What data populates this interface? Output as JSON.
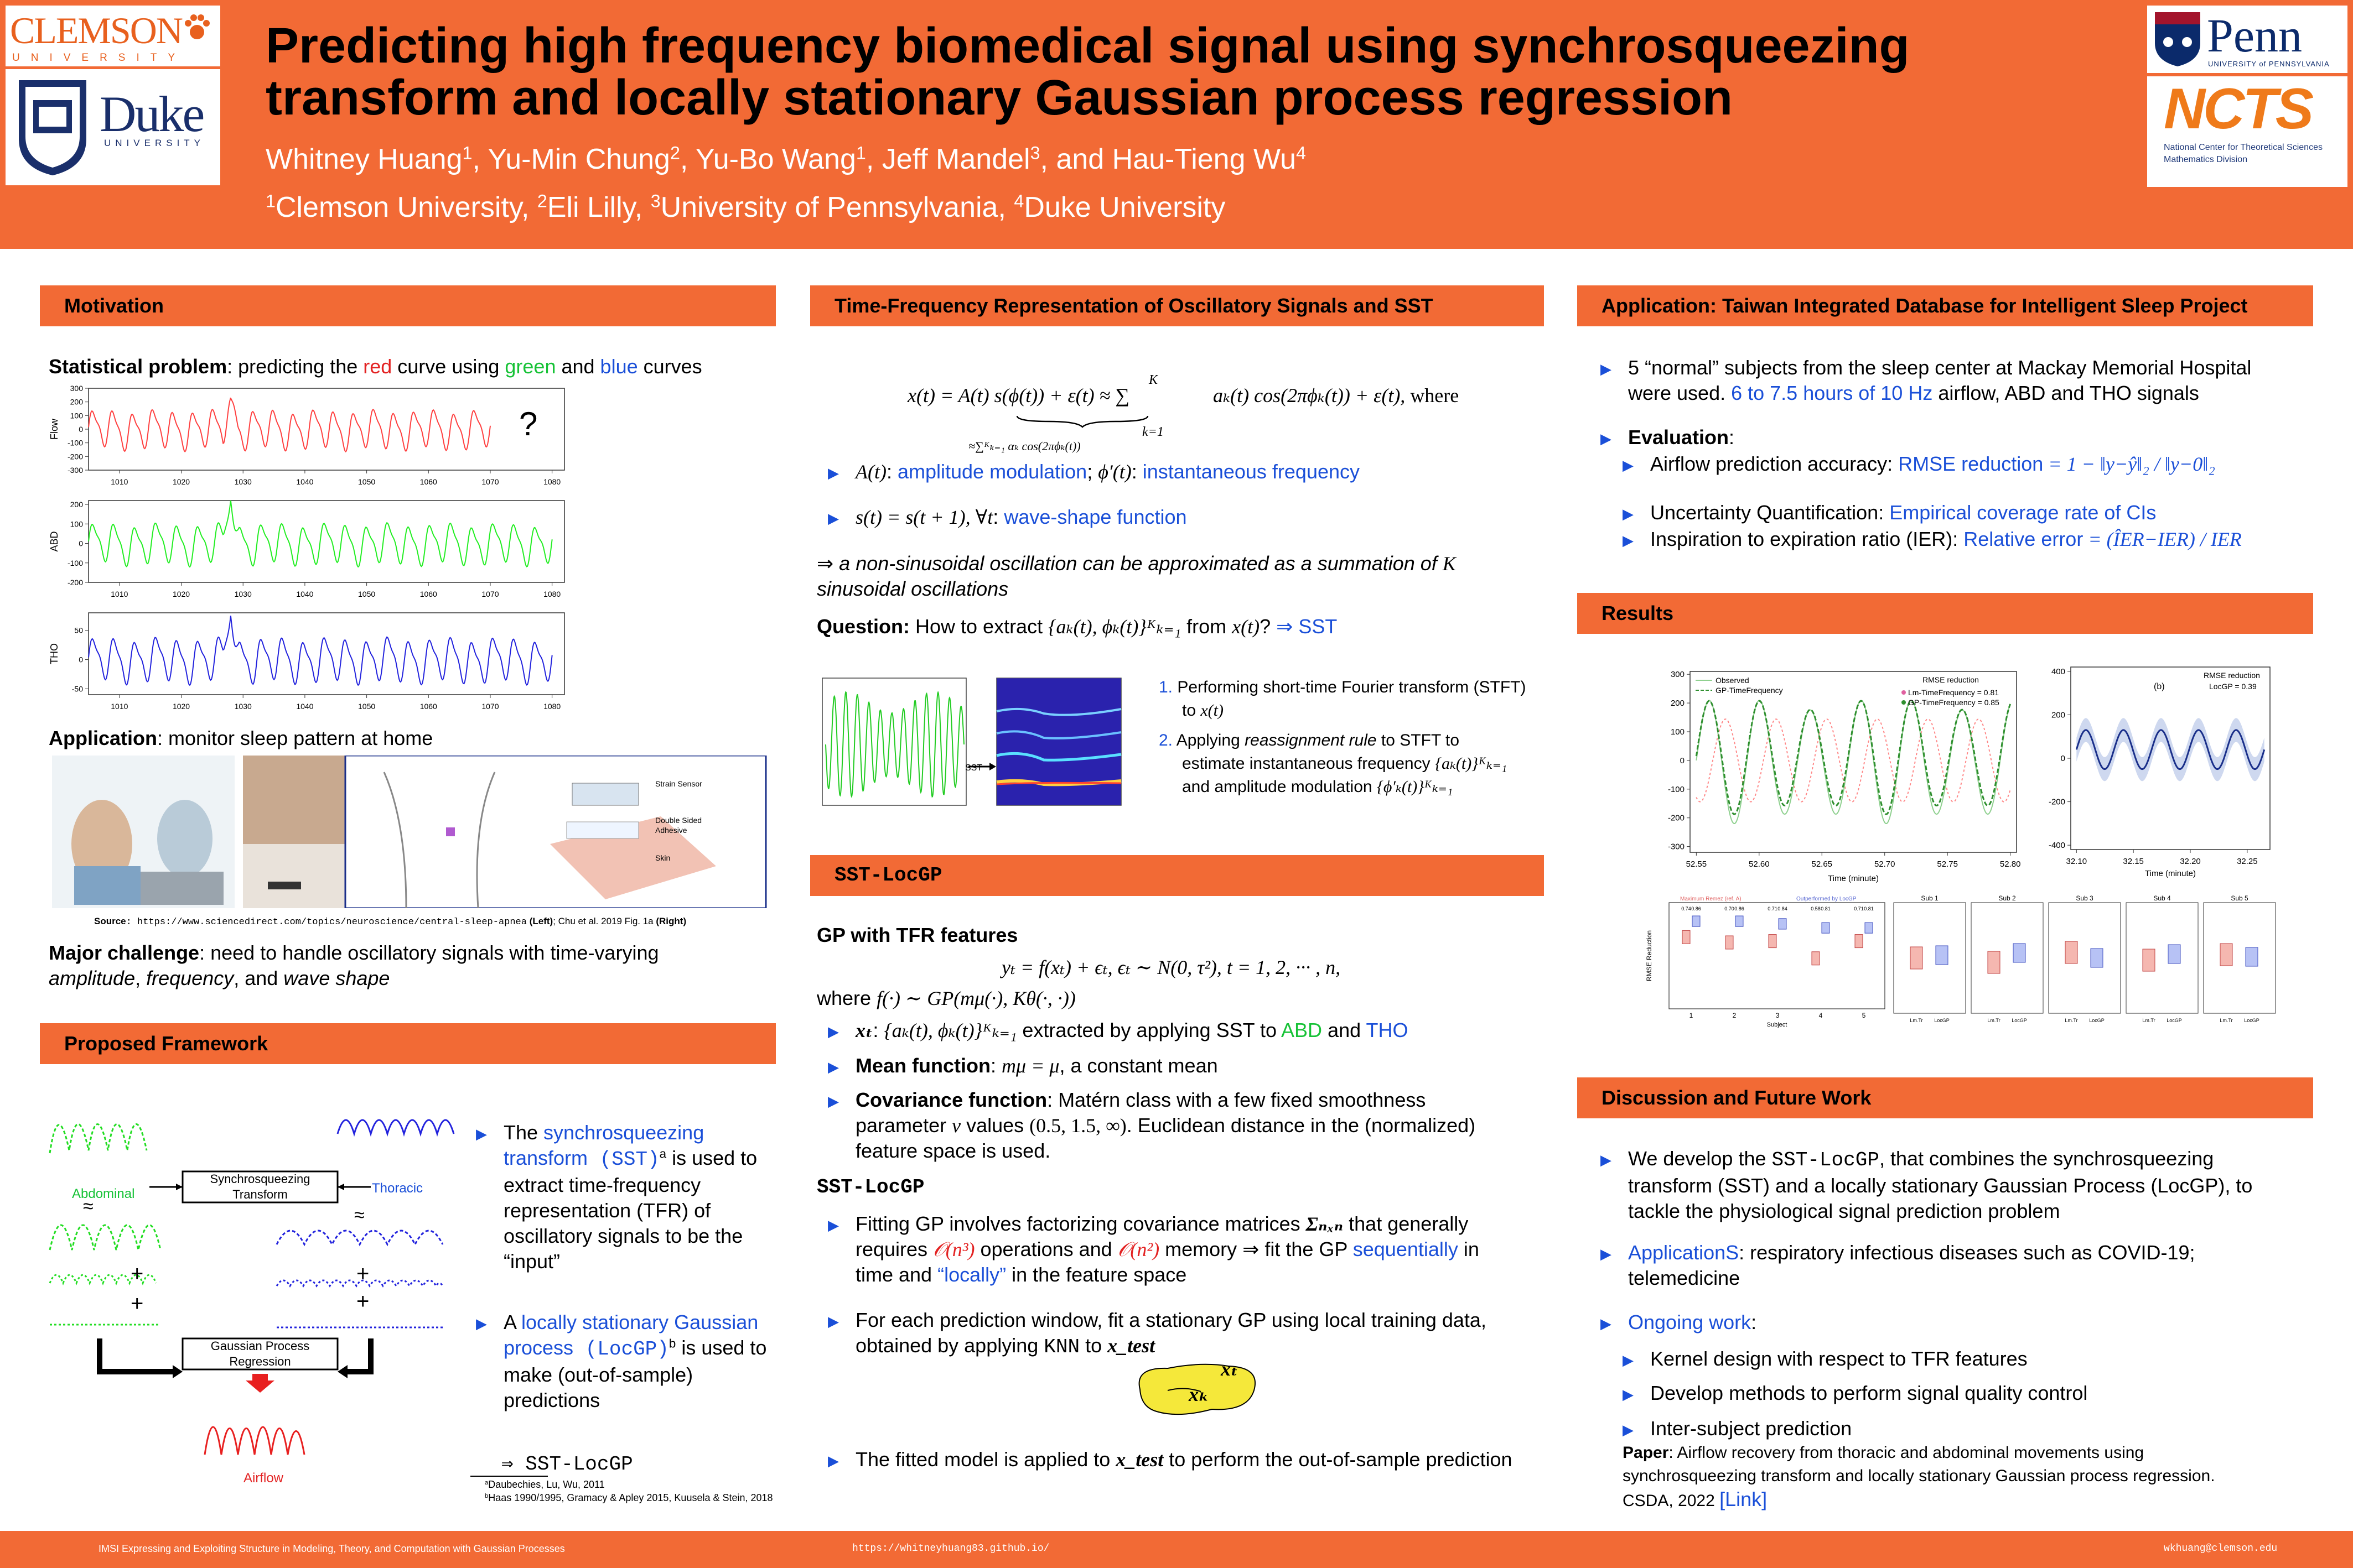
{
  "logos": {
    "clemson_word": "CLEMSON",
    "clemson_sub": "UNIVERSITY",
    "duke_word": "Duke",
    "duke_sub": "UNIVERSITY",
    "penn_word": "Penn",
    "penn_sub": "UNIVERSITY of PENNSYLVANIA",
    "ncts_word": "NCTS",
    "ncts_sub_1": "National Center for Theoretical Sciences",
    "ncts_sub_2": "Mathematics Division"
  },
  "header": {
    "title_line1": "Predicting high frequency biomedical signal using synchrosqueezing",
    "title_line2": "transform and locally stationary Gaussian process regression",
    "authors": [
      {
        "name": "Whitney Huang",
        "sup": "1",
        "sep": ", "
      },
      {
        "name": "Yu-Min Chung",
        "sup": "2",
        "sep": ", "
      },
      {
        "name": "Yu-Bo Wang",
        "sup": "1",
        "sep": ", "
      },
      {
        "name": "Jeff Mandel",
        "sup": "3",
        "sep": ", and "
      },
      {
        "name": "Hau-Tieng Wu",
        "sup": "4",
        "sep": ""
      }
    ],
    "affiliations": [
      {
        "sup": "1",
        "name": "Clemson University",
        "sep": ", "
      },
      {
        "sup": "2",
        "name": "Eli Lilly",
        "sep": ", "
      },
      {
        "sup": "3",
        "name": "University of Pennsylvania",
        "sep": ", "
      },
      {
        "sup": "4",
        "name": "Duke University",
        "sep": ""
      }
    ]
  },
  "motivation": {
    "heading": "Motivation",
    "stat_label": "Statistical problem",
    "stat_text_1": ": predicting the ",
    "stat_red": "red",
    "stat_text_2": " curve using ",
    "stat_green": "green",
    "stat_text_3": " and ",
    "stat_blue": "blue",
    "stat_text_4": " curves",
    "question_mark": "?",
    "app_label": "Application",
    "app_text": ": monitor sleep pattern at home",
    "source_label": "Source",
    "source_url": ": https://www.sciencedirect.com/topics/neuroscience/central-sleep-apnea",
    "source_left": " (Left)",
    "source_mid": "; Chu et al. 2019 Fig. 1a ",
    "source_right": "(Right)",
    "sensor_labels": [
      "Strain Sensor",
      "Double Sided Adhesive",
      "Skin"
    ],
    "major_label": "Major challenge",
    "major_text_1": ": need to handle oscillatory signals with time-varying",
    "major_text_2": "amplitude",
    "major_text_3": ", ",
    "major_text_4": "frequency",
    "major_text_5": ", and ",
    "major_text_6": "wave shape"
  },
  "chart_data": [
    {
      "type": "line",
      "title": "",
      "ylabel": "Flow",
      "xlabel": "",
      "color": "#ff4040",
      "x_range": [
        1005,
        1082
      ],
      "data_x_range": [
        1005,
        1070
      ],
      "ylim": [
        -300,
        300
      ],
      "xticks": [
        1010,
        1020,
        1030,
        1040,
        1050,
        1060,
        1070,
        1080
      ],
      "yticks": [
        -300,
        -200,
        -100,
        0,
        100,
        200,
        300
      ],
      "series": [
        {
          "peak_count": 20,
          "amplitude": 150,
          "peak_value": 230
        }
      ]
    },
    {
      "type": "line",
      "title": "",
      "ylabel": "ABD",
      "xlabel": "",
      "color": "#22ee22",
      "x_range": [
        1005,
        1082
      ],
      "data_x_range": [
        1005,
        1080
      ],
      "ylim": [
        -200,
        220
      ],
      "xticks": [
        1010,
        1020,
        1030,
        1040,
        1050,
        1060,
        1070,
        1080
      ],
      "yticks": [
        -200,
        -100,
        0,
        100,
        200
      ],
      "series": [
        {
          "peak_count": 22,
          "amplitude": 110,
          "peak_value": 220
        }
      ]
    },
    {
      "type": "line",
      "title": "",
      "ylabel": "THO",
      "xlabel": "",
      "color": "#2222dd",
      "x_range": [
        1005,
        1082
      ],
      "data_x_range": [
        1005,
        1080
      ],
      "ylim": [
        -60,
        80
      ],
      "xticks": [
        1010,
        1020,
        1030,
        1040,
        1050,
        1060,
        1070,
        1080
      ],
      "yticks": [
        -50,
        0,
        50
      ],
      "series": [
        {
          "peak_count": 22,
          "amplitude": 40,
          "peak_value": 75
        }
      ]
    },
    {
      "type": "line",
      "title": "",
      "xlabel": "Time (minute)",
      "ylabel": "",
      "x_range": [
        52.545,
        52.805
      ],
      "ylim": [
        -320,
        310
      ],
      "xticks": [
        52.55,
        52.6,
        52.65,
        52.7,
        52.75,
        52.8
      ],
      "yticks": [
        -300,
        -200,
        -100,
        0,
        100,
        200,
        300
      ],
      "legend": [
        "Observed",
        "GP-TimeFrequency"
      ],
      "rmse_title": "RMSE reduction",
      "rmse_entries": [
        "Lm-TimeFrequency = 0.81",
        "GP-TimeFrequency = 0.85"
      ],
      "series": [
        {
          "name": "Observed",
          "color": "#2f8f2f"
        },
        {
          "name": "GP-TimeFrequency",
          "color": "#2f8f2f"
        }
      ]
    },
    {
      "type": "line",
      "title": "",
      "xlabel": "Time (minute)",
      "ylabel": "",
      "panel_label": "(b)",
      "x_range": [
        32.095,
        32.27
      ],
      "ylim": [
        -420,
        420
      ],
      "xticks": [
        32.1,
        32.15,
        32.2,
        32.25
      ],
      "yticks": [
        -400,
        -200,
        0,
        200,
        400
      ],
      "rmse_title": "RMSE reduction",
      "rmse_entries": [
        "LocGP = 0.39"
      ],
      "series": [
        {
          "name": "LocGP",
          "color": "#1a2f8a"
        }
      ]
    },
    {
      "type": "box",
      "title": "",
      "xlabel": "Subject",
      "ylabel": "RMSE Reduction",
      "categories": [
        "1",
        "2",
        "3",
        "4",
        "5"
      ],
      "values": [
        [
          0.74,
          0.86
        ],
        [
          0.7,
          0.86
        ],
        [
          0.71,
          0.84
        ],
        [
          0.58,
          0.81
        ],
        [
          0.71,
          0.81
        ]
      ],
      "legend": [
        "Maximum Remez (ref. A)",
        "Outperformed by LocGP"
      ]
    },
    {
      "type": "box",
      "title": "",
      "xlabel": "",
      "ylabel": "",
      "categories": [
        "Sub 1",
        "Sub 2",
        "Sub 3",
        "Sub 4",
        "Sub 5"
      ],
      "x_labels": [
        "Lm.Tr",
        "LocGP"
      ]
    }
  ],
  "tfr": {
    "heading": "Time-Frequency Representation of Oscillatory Signals and SST",
    "eq_main": "x(t) = A(t) s(ϕ(t)) + ε(t) ≈ ∑",
    "eq_sum_top": "K",
    "eq_sum_bot": "k=1",
    "eq_rhs": "aₖ(t) cos(2πϕₖ(t)) + ε(t),",
    "eq_where": " where",
    "eq_under": "≈∑ᴷₖ₌₁ αₖ cos(2πϕₖ(t))",
    "b1_math": "A(t)",
    "b1_text": ": ",
    "b1_link1": "amplitude modulation",
    "b1_mid": "; ",
    "b1_math2": "ϕ′(t)",
    "b1_text2": ": ",
    "b1_link2": "instantaneous frequency",
    "b2_math": "s(t) = s(t + 1), ∀t",
    "b2_text": ": ",
    "b2_link": "wave-shape function",
    "implies_1": "⇒ a non-sinusoidal oscillation can be approximated as a summation of ",
    "implies_K": "K",
    "implies_2": "sinusoidal oscillations",
    "question_label": "Question:",
    "question_text_1": " How to extract ",
    "question_math": "{aₖ(t), ϕₖ(t)}ᴷₖ₌₁",
    "question_text_2": " from ",
    "question_x": "x(t)",
    "question_text_3": "? ",
    "question_link": "⇒ SST",
    "sst_tag": "SST",
    "step1_num": "1.",
    "step1_a": "Performing short-time Fourier transform (STFT)",
    "step1_b": "to ",
    "step1_x": "x(t)",
    "step2_num": "2.",
    "step2_a": "Applying ",
    "step2_em": "reassignment rule",
    "step2_b": " to STFT to",
    "step2_c": "estimate instantaneous frequency ",
    "step2_m1": "{aₖ(t)}ᴷₖ₌₁",
    "step2_d": "and amplitude modulation ",
    "step2_m2": "{ϕ′ₖ(t)}ᴷₖ₌₁"
  },
  "framework": {
    "heading": "Proposed Framework",
    "box1_l1": "Synchrosqueezing",
    "box1_l2": "Transform",
    "box2_l1": "Gaussian Process",
    "box2_l2": "Regression",
    "lbl_abd": "Abdominal",
    "lbl_tho": "Thoracic",
    "lbl_air": "Airflow",
    "approx": "≈",
    "plus": "+",
    "b1_a": "The ",
    "b1_link": "synchrosqueezing transform",
    "b1_paren": " (SST)",
    "b1_sup": "a",
    "b1_rest_1": " is used to",
    "b1_rest_2": "extract time-frequency",
    "b1_rest_3": "representation (TFR) of",
    "b1_rest_4": "oscillatory signals to be the",
    "b1_rest_5": "“input”",
    "b2_a": "A ",
    "b2_link": "locally stationary Gaussian process",
    "b2_paren": " (LocGP)",
    "b2_sup": "b",
    "b2_rest_1": " is used to",
    "b2_rest_2": "make (out-of-sample)",
    "b2_rest_3": "predictions",
    "implies": "⇒ SST-LocGP",
    "fn_a_sup": "a",
    "fn_a": "Daubechies, Lu, Wu, 2011",
    "fn_b_sup": "b",
    "fn_b": "Haas 1990/1995, Gramacy & Apley 2015, Kuusela & Stein, 2018"
  },
  "locgp": {
    "heading": "SST-LocGP",
    "gp_head": "GP with TFR features",
    "eq": "yₜ = f(xₜ) + ϵₜ,     ϵₜ ∼ N(0, τ²),        t = 1, 2, ··· , n,",
    "where": "where ",
    "where_math": "f(·) ∼ GP(mμ(·), Kθ(·, ·))",
    "x_math": "xₜ",
    "x_text1": ": ",
    "x_math2": "{aₖ(t), ϕₖ(t)}ᴷₖ₌₁",
    "x_text2": " extracted by applying SST to ",
    "x_abd": "ABD",
    "x_and": " and ",
    "x_tho": "THO",
    "mean_label": "Mean function",
    "mean_text": ": ",
    "mean_math": "mμ = μ",
    "mean_rest": ", a constant mean",
    "cov_label": "Covariance function",
    "cov_text_1": ": Matérn class with a few fixed smoothness",
    "cov_text_2": "parameter ",
    "cov_nu": "ν",
    "cov_text_3": " values ",
    "cov_vals": "(0.5, 1.5, ∞)",
    "cov_text_4": ". Euclidean distance in the (normalized)",
    "cov_text_5": "feature space is used.",
    "sub_head": "SST-LocGP",
    "fit_1": "Fitting GP involves factorizing covariance matrices ",
    "fit_sigma": "Σₙₓₙ",
    "fit_2": " that generally",
    "fit_3": "requires ",
    "fit_o1": "𝒪(n³)",
    "fit_4": " operations and ",
    "fit_o2": "𝒪(n²)",
    "fit_5": " memory ⇒ fit the GP ",
    "fit_link1": "sequentially",
    "fit_6": " in",
    "fit_7": "time and ",
    "fit_link2": "“locally”",
    "fit_8": " in the feature space",
    "win_1": "For each prediction window, fit a stationary GP using local training data,",
    "win_2": "obtained by applying ",
    "win_knn": "KNN",
    "win_3": " to ",
    "win_x": "x_test",
    "blob_xt": "xₜ",
    "blob_xk": "xₖ",
    "final_1": "The fitted model is applied to ",
    "final_x": "x_test",
    "final_2": " to perform the out-of-sample prediction"
  },
  "application": {
    "heading": "Application: Taiwan Integrated Database for Intelligent Sleep Project",
    "b1_1": "5 “normal” subjects from the sleep center at Mackay Memorial Hospital",
    "b1_2": "were used. ",
    "b1_link": "6 to 7.5 hours of 10 Hz",
    "b1_3": " airflow, ABD and THO signals",
    "eval_label": "Evaluation",
    "eval_colon": ":",
    "e1": "Airflow prediction accuracy: ",
    "e1_link": "RMSE reduction",
    "e1_math": " = 1 − ‖y−ŷ‖₂ / ‖y−0‖₂",
    "e2": "Uncertainty Quantification: ",
    "e2_link": "Empirical coverage rate of CIs",
    "e3": "Inspiration to expiration ratio (IER): ",
    "e3_link": "Relative error",
    "e3_math": " = (ÎER−IER) / IER"
  },
  "results": {
    "heading": "Results"
  },
  "discussion": {
    "heading": "Discussion and Future Work",
    "d1_1": "We develop the ",
    "d1_mono": "SST-LocGP",
    "d1_2": ", that combines the synchrosqueezing",
    "d1_3": "transform (SST) and a locally stationary Gaussian Process (LocGP), to",
    "d1_4": "tackle the physiological signal prediction problem",
    "d2_link": "ApplicationS",
    "d2_1": ": respiratory infectious diseases such as COVID-19;",
    "d2_2": "telemedicine",
    "d3_link": "Ongoing work",
    "d3_colon": ":",
    "sub1": "Kernel design with respect to TFR features",
    "sub2": "Develop methods to perform signal quality control",
    "sub3": "Inter-subject prediction",
    "paper_label": "Paper",
    "paper_1": ": Airflow recovery from thoracic and abdominal movements using",
    "paper_2": "synchrosqueezing transform and locally stationary Gaussian process regression.",
    "paper_3": "CSDA, 2022 ",
    "paper_link": "[Link]"
  },
  "footer": {
    "left": "IMSI Expressing and Exploiting Structure in Modeling, Theory, and Computation with Gaussian Processes",
    "mid": "https://whitneyhuang83.github.io/",
    "right": "wkhuang@clemson.edu"
  },
  "colors": {
    "accent": "#f26a35",
    "link": "#1a4fd8",
    "red": "#e32222",
    "green": "#16c236",
    "blue": "#2222dd"
  }
}
